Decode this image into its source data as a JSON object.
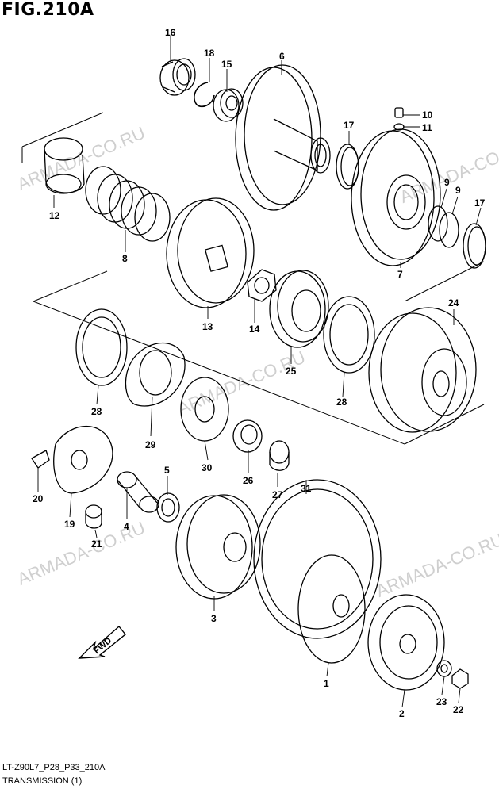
{
  "title": "FIG.210A",
  "footer": {
    "code": "LT-Z90L7_P28_P33_210A",
    "name": "TRANSMISSION (1)"
  },
  "watermark": {
    "text": "ARMADA-CO.RU",
    "color": "#cfcfcf"
  },
  "fwd_label": "FWD",
  "callouts": [
    "16",
    "18",
    "15",
    "6",
    "10",
    "11",
    "17",
    "12",
    "8",
    "13",
    "14",
    "7",
    "9",
    "9",
    "17",
    "24",
    "28",
    "29",
    "25",
    "28",
    "30",
    "26",
    "27",
    "5",
    "20",
    "19",
    "4",
    "21",
    "31",
    "3",
    "1",
    "2",
    "23",
    "22"
  ]
}
